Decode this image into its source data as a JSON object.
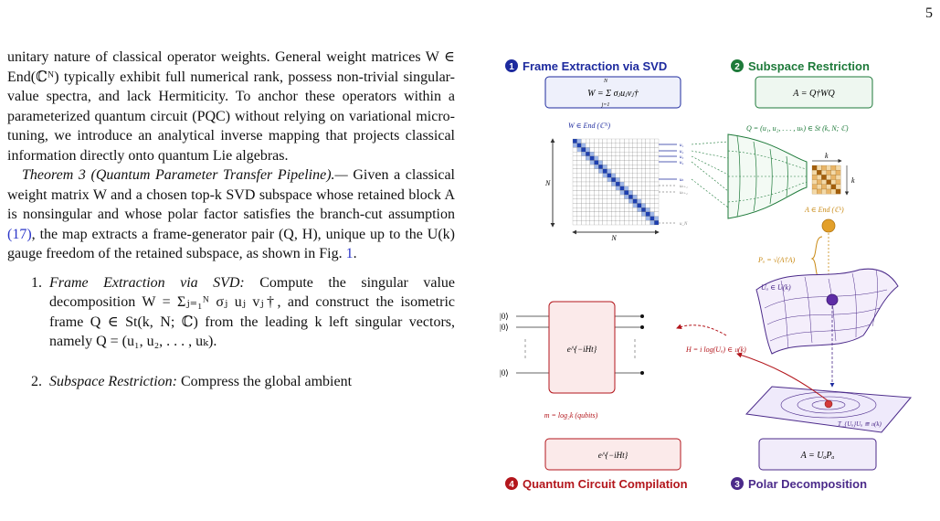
{
  "page": {
    "number": "5"
  },
  "body": {
    "para1": "unitary nature of classical operator weights. General weight matrices W ∈ End(ℂᴺ) typically exhibit full numerical rank, possess non-trivial singular-value spectra, and lack Hermiticity. To anchor these operators within a parameterized quantum circuit (PQC) without relying on variational micro-tuning, we introduce an analytical inverse mapping that projects classical information directly onto quantum Lie algebras.",
    "theorem_head": "Theorem 3 (Quantum Parameter Transfer Pipeline).—",
    "theorem_text_1": " Given a classical weight matrix W and a chosen top-k SVD subspace whose retained block A is nonsingular and whose polar factor satisfies the branch-cut assumption ",
    "theorem_ref": "(17)",
    "theorem_text_2": ", the map extracts a frame-generator pair (Q, H), unique up to the U(k) gauge freedom of the retained subspace, as shown in Fig. ",
    "fig_ref": "1",
    "theorem_text_3": ".",
    "list": [
      {
        "num": "1.",
        "title": "Frame Extraction via SVD:",
        "text": " Compute the singular value decomposition W = Σⱼ₌₁ᴺ σⱼ uⱼ vⱼ†, and construct the isometric frame Q ∈ St(k, N; ℂ) from the leading k left singular vectors, namely Q = (u₁, u₂, . . . , uₖ)."
      },
      {
        "num": "2.",
        "title": "Subspace Restriction:",
        "text": " Compress the global ambient"
      }
    ]
  },
  "figure": {
    "step1": {
      "badge": "1",
      "title": "Frame Extraction via SVD",
      "formula": "W = Σ σⱼuⱼvⱼ†",
      "sum_top": "N",
      "sum_bottom": "j=1",
      "color": "#1d2a9e"
    },
    "step2": {
      "badge": "2",
      "title": "Subspace Restriction",
      "formula": "A = Q†WQ",
      "color": "#1e7a3a"
    },
    "step3": {
      "badge": "3",
      "title": "Polar Decomposition",
      "formula": "A = UₐPₐ",
      "color": "#4b2a8a"
    },
    "step4": {
      "badge": "4",
      "title": "Quantum Circuit Compilation",
      "formula": "e^{−iHt}",
      "color": "#b3161c"
    },
    "matrix_label": "W ∈ End (ℂᴺ)",
    "n_label_side": "N",
    "n_label_bottom": "N",
    "u_labels": [
      "u₁",
      "u₂",
      "u₃",
      "u₄",
      "uₖ",
      "uₖ₊₁",
      "uₖ₊₂",
      "u_N"
    ],
    "q_label": "Q = (u₁, u₂, . . . , uₖ) ∈ St (k, N; ℂ)",
    "k_label_top": "k",
    "k_label_side": "k",
    "a_label": "A ∈ End (ℂᵏ)",
    "p_label": "Pₐ = √(A†A)",
    "u_manifold_label": "Uₐ ∈ U(k)",
    "h_label": "H = i log(Uₐ) ∈ 𝔲(k)",
    "tangent_label": "T_{Uₐ}Uₐ ≅ 𝔲(k)",
    "qubits": [
      "|0⟩",
      "|0⟩",
      "|0⟩"
    ],
    "gate_label": "e^{−iHt}",
    "m_label": "m = log₂k (qubits)"
  }
}
